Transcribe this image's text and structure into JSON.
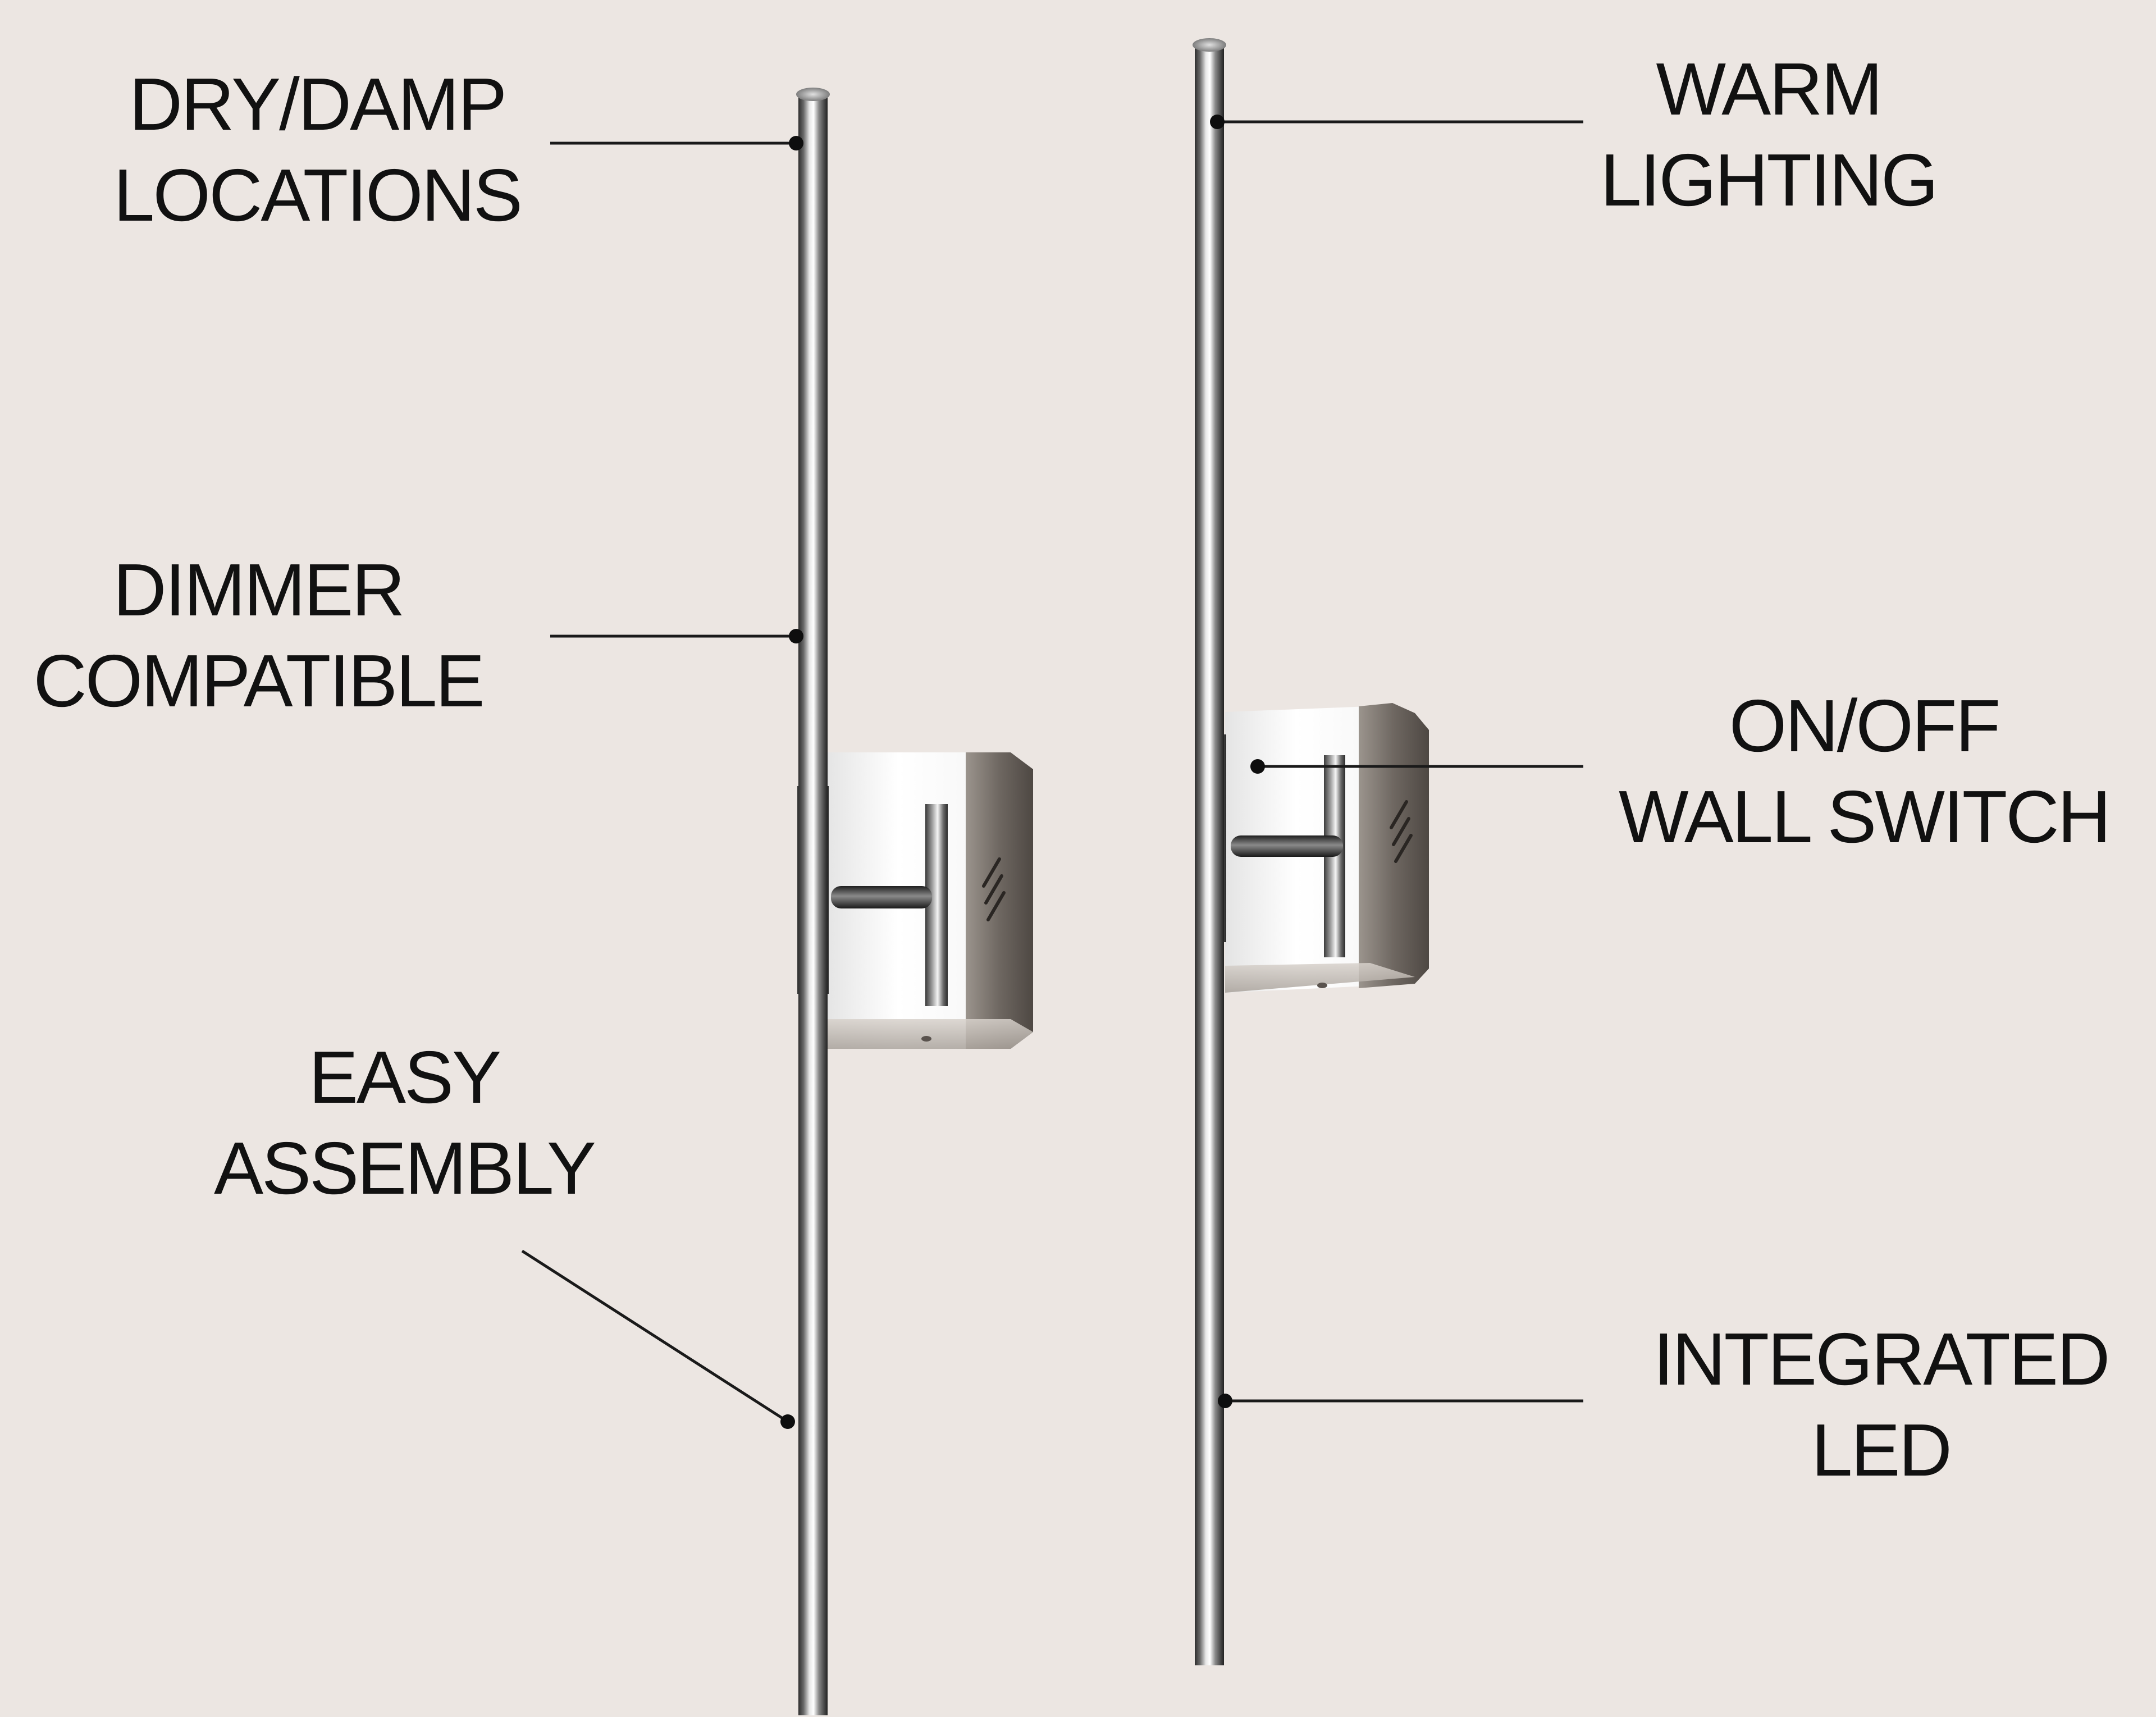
{
  "colors": {
    "background": "#ece6e2",
    "text": "#111111",
    "leader_line": "#1a1a1a",
    "chrome_dark": "#3a3a3a",
    "chrome_mid": "#9a9a9a",
    "chrome_light": "#f4f4f4"
  },
  "features": {
    "dry_damp": {
      "line1": "DRY/DAMP",
      "line2": "LOCATIONS"
    },
    "dimmer": {
      "line1": "DIMMER",
      "line2": "COMPATIBLE"
    },
    "assembly": {
      "line1": "EASY",
      "line2": "ASSEMBLY"
    },
    "warm": {
      "line1": "WARM",
      "line2": "LIGHTING"
    },
    "switch": {
      "line1": "ON/OFF",
      "line2": "WALL SWITCH"
    },
    "led": {
      "line1": "INTEGRATED",
      "line2": "LED"
    }
  }
}
